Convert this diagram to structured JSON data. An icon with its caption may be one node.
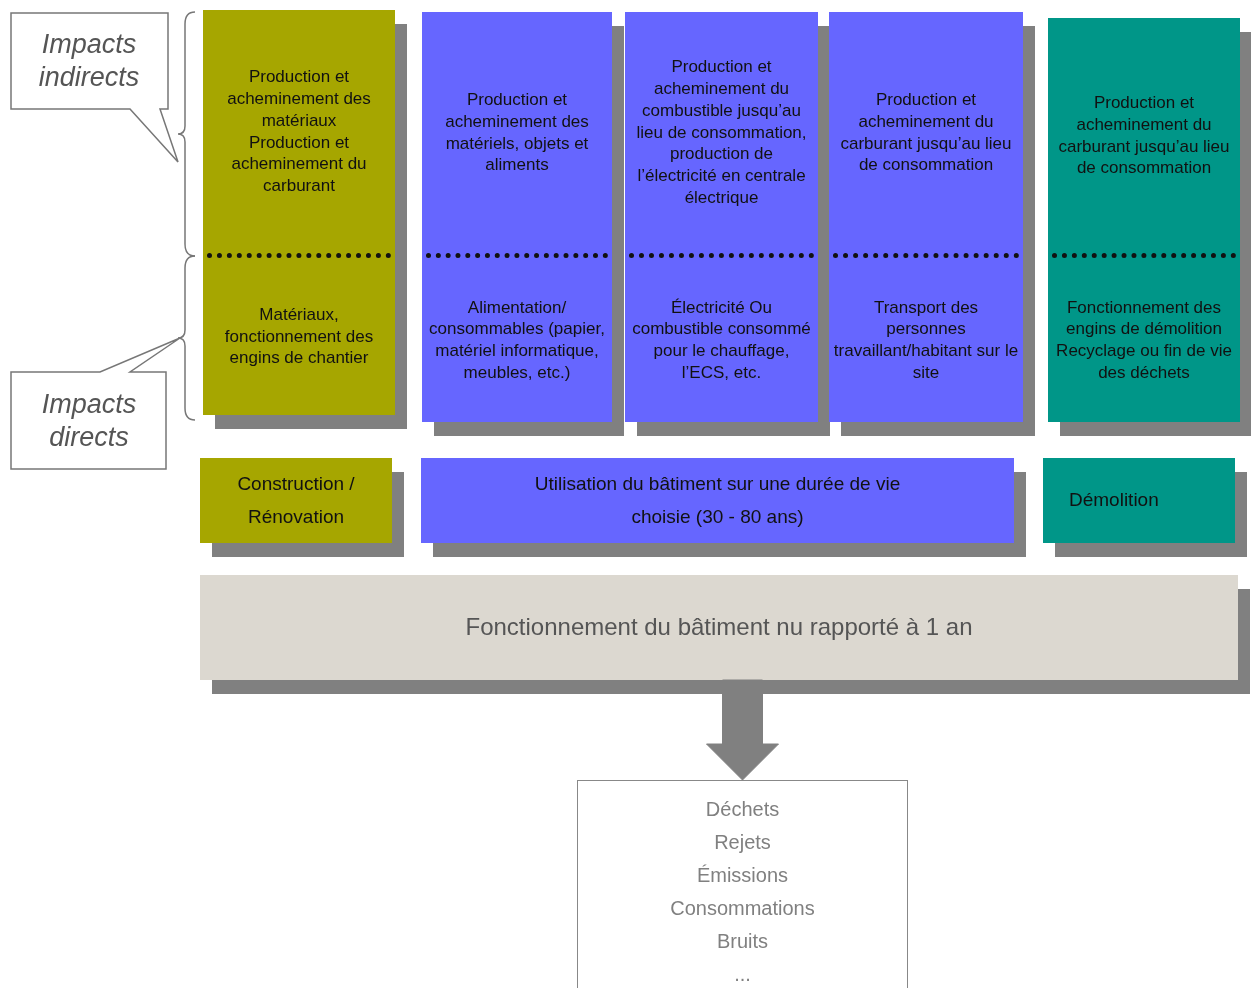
{
  "diagram": {
    "nodes": [
      {
        "text": [
          "Impacts indirects"
        ]
      },
      {
        "text": [
          "Impacts directs"
        ]
      },
      {
        "text": [
          "Production et acheminement des matériaux",
          "Production et acheminement du carburant",
          "Matériaux, fonctionnement des engins de chantier"
        ]
      },
      {
        "text": [
          "Production et acheminement des matériels, objets et aliments",
          "Alimentation/ consommables (papier, matériel informatique, meubles, etc.)"
        ]
      },
      {
        "text": [
          "Production et acheminement du combustible jusqu’au lieu de consommation, production de l’électricité en centrale électrique",
          "Électricité Ou combustible consommé pour le chauffage, l’ECS, etc."
        ]
      },
      {
        "text": [
          "Production et acheminement du carburant jusqu’au lieu de consommation",
          "Transport des personnes travaillant/habitant sur le site"
        ]
      },
      {
        "text": [
          "Production et acheminement du carburant jusqu’au lieu de consommation",
          "Fonctionnement des engins de démolition Recyclage ou fin de vie des déchets"
        ]
      },
      {
        "text": [
          "Construction / Rénovation"
        ]
      },
      {
        "text": [
          "Utilisation du bâtiment sur une durée de vie choisie (30 - 80 ans)"
        ]
      },
      {
        "text": [
          "Démolition"
        ]
      },
      {
        "text": [
          "Fonctionnement du bâtiment nu rapporté à 1 an"
        ]
      },
      {
        "text": [
          "Déchets",
          "Rejets",
          "Émissions",
          "Consommations",
          "Bruits",
          "..."
        ]
      }
    ],
    "edges": [
      {
        "from": 10,
        "to": 11,
        "arrow": "to",
        "style": "thick",
        "color": "#808080"
      }
    ]
  }
}
